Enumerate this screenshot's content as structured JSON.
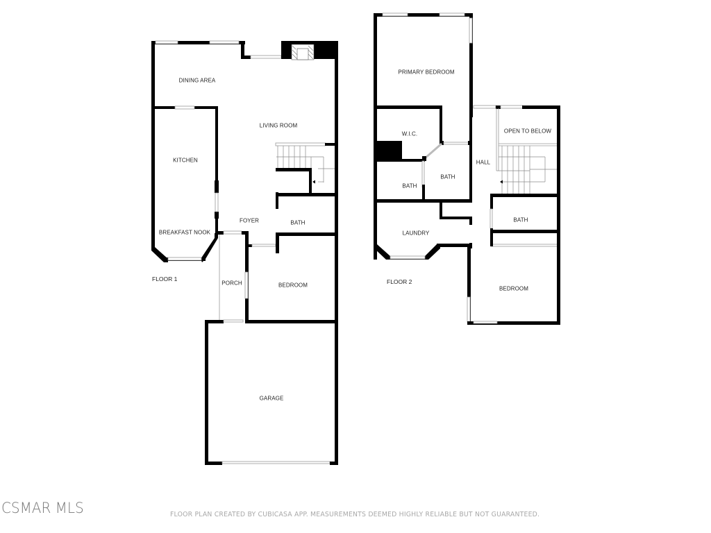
{
  "floor1": {
    "label": "FLOOR 1",
    "rooms": {
      "dining_area": "DINING AREA",
      "living_room": "LIVING ROOM",
      "kitchen": "KITCHEN",
      "breakfast_nook": "BREAKFAST NOOK",
      "foyer": "FOYER",
      "bath": "BATH",
      "porch": "PORCH",
      "bedroom": "BEDROOM",
      "garage": "GARAGE"
    }
  },
  "floor2": {
    "label": "FLOOR 2",
    "rooms": {
      "primary_bedroom": "PRIMARY BEDROOM",
      "wic": "W.I.C.",
      "bath_primary": "BATH",
      "bath_small": "BATH",
      "hall": "HALL",
      "open_to_below": "OPEN TO BELOW",
      "laundry": "LAUNDRY",
      "bath_hall": "BATH",
      "bedroom": "BEDROOM"
    }
  },
  "footer": {
    "logo": "CSMAR MLS",
    "disclaimer": "FLOOR PLAN CREATED BY CUBICASA APP. MEASUREMENTS DEEMED HIGHLY RELIABLE BUT NOT GUARANTEED."
  }
}
